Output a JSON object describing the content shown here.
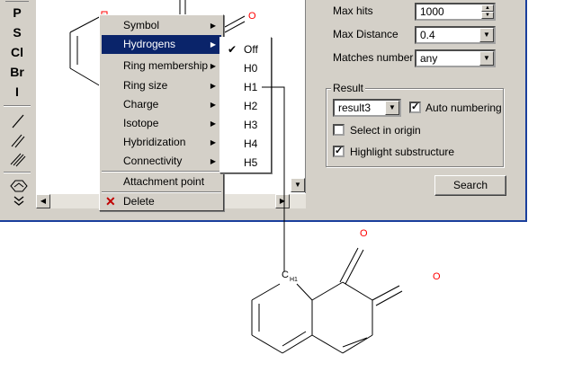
{
  "toolbar": {
    "elements": [
      "P",
      "S",
      "Cl",
      "Br",
      "I"
    ],
    "tools": [
      "single-bond-icon",
      "double-bond-icon",
      "triple-bond-icon",
      "ring-template-icon",
      "expand-icon"
    ]
  },
  "panel": {
    "max_hits_label": "Max hits",
    "max_hits_value": "1000",
    "max_distance_label": "Max Distance",
    "max_distance_value": "0.4",
    "matches_label": "Matches number",
    "matches_value": "any",
    "result_group": "Result",
    "result_value": "result3",
    "auto_numbering": "Auto numbering",
    "select_in_origin": "Select in origin",
    "highlight_substructure": "Highlight substructure",
    "search_button": "Search"
  },
  "context_menu": {
    "items": [
      {
        "label": "Symbol"
      },
      {
        "label": "Hydrogens"
      },
      {
        "label": "Ring membership"
      },
      {
        "label": "Ring size"
      },
      {
        "label": "Charge"
      },
      {
        "label": "Isotope"
      },
      {
        "label": "Hybridization"
      },
      {
        "label": "Connectivity"
      }
    ],
    "attachment": "Attachment point",
    "delete": "Delete"
  },
  "submenu": {
    "items": [
      "Off",
      "H0",
      "H1",
      "H2",
      "H3",
      "H4",
      "H5"
    ]
  },
  "molecule": {
    "atom_c": "C",
    "atom_h1": "H1",
    "oxygen": "O",
    "oxygen2": "O",
    "oxygen_top": "O"
  },
  "colors": {
    "oxygen": "#ff0000",
    "selection": "#0a246a",
    "face": "#d4d0c8"
  }
}
